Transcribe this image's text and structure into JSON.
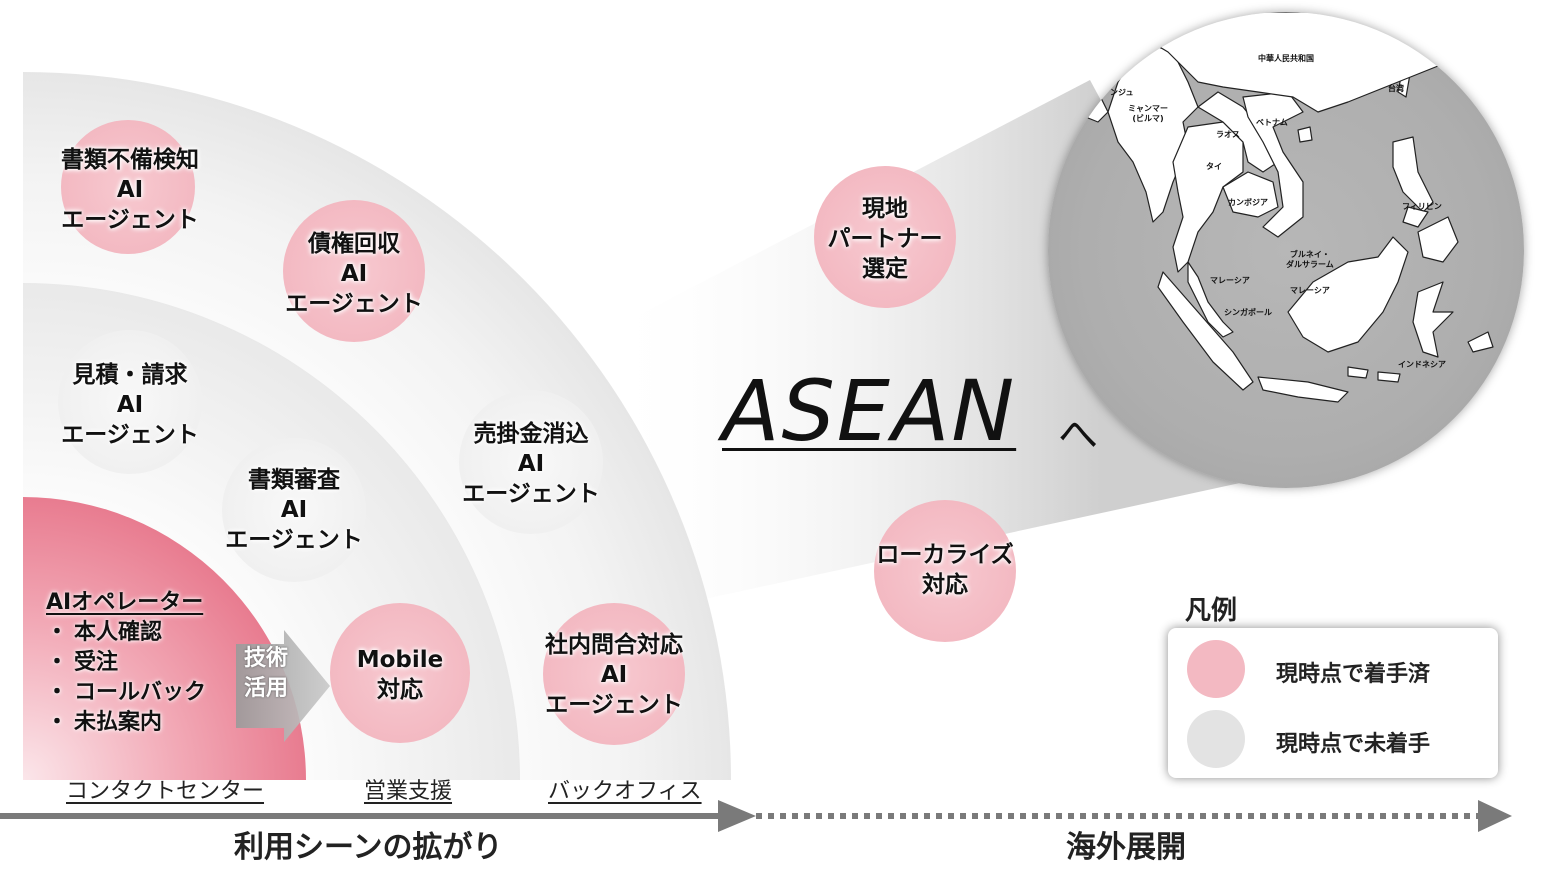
{
  "colors": {
    "done": "#f3b9c2",
    "todo": "#ebebeb",
    "axis": "#7a7a7a",
    "operator": "#e7788c"
  },
  "bubbles": {
    "shorui_fubi": "書類不備検知\nAI\nエージェント",
    "saiken": "債権回収\nAI\nエージェント",
    "mitsumori": "見積・請求\nAI\nエージェント",
    "shorui_shinsa": "書類審査\nAI\nエージェント",
    "urikake": "売掛金消込\nAI\nエージェント",
    "mobile": "Mobile\n対応",
    "shanai": "社内問合対応\nAI\nエージェント",
    "partner": "現地\nパートナー\n選定",
    "localize": "ローカライズ\n対応"
  },
  "operator": {
    "heading": "AIオペレーター",
    "items": [
      "本人確認",
      "受注",
      "コールバック",
      "未払案内"
    ]
  },
  "tech_label": "技術\n活用",
  "stages": {
    "contact": "コンタクトセンター",
    "sales": "営業支援",
    "backoffice": "バックオフィス"
  },
  "axis": {
    "left": "利用シーンの拡がり",
    "right": "海外展開"
  },
  "asean": {
    "word": "ASEAN",
    "suffix": "へ"
  },
  "map_labels": {
    "china": "中華人民共和国",
    "myanmar": "ミャンマー\n(ビルマ)",
    "laos": "ラオス",
    "vietnam": "ベトナム",
    "thailand": "タイ",
    "cambodia": "カンボジア",
    "taiwan": "台湾",
    "philippines": "フィリピン",
    "brunei": "ブルネイ・\nダルサラーム",
    "malaysia_w": "マレーシア",
    "malaysia_e": "マレーシア",
    "singapore": "シンガポール",
    "indonesia": "インドネシア",
    "india_partial": "ンジュ"
  },
  "legend": {
    "title": "凡例",
    "done": "現時点で着手済",
    "todo": "現時点で未着手"
  }
}
